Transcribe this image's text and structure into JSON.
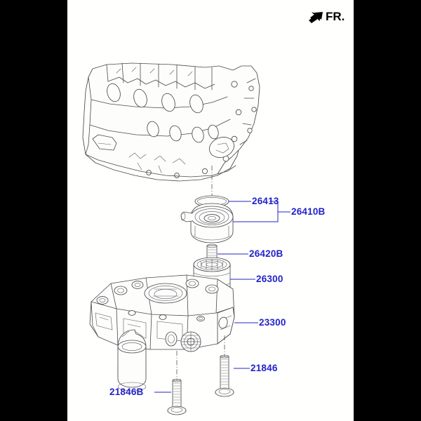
{
  "diagram": {
    "title": "Engine Oil Cooler and Balance Shaft Assembly Parts Diagram",
    "background_color": "#fffffd",
    "letterbox_color": "#000000",
    "label_color": "#2222cc",
    "line_color": "#4a4a52"
  },
  "orientation": {
    "label": "FR.",
    "icon": "front-direction-arrow",
    "description": "Arrow indicating vehicle front direction"
  },
  "components": [
    {
      "id": "engine-block",
      "part_number": null,
      "name": "Engine cylinder block",
      "labeled": false
    },
    {
      "id": "oil-cooler-gasket",
      "part_number": "26413",
      "name": "Oil cooler gasket / O-ring",
      "labeled": true
    },
    {
      "id": "oil-cooler-assembly",
      "part_number": "26410B",
      "name": "Oil cooler assembly",
      "labeled": true
    },
    {
      "id": "oil-cooler-bolt",
      "part_number": "26420B",
      "name": "Oil cooler nipple bolt",
      "labeled": true
    },
    {
      "id": "oil-filter",
      "part_number": "26300",
      "name": "Engine oil filter",
      "labeled": true
    },
    {
      "id": "balance-shaft-assembly",
      "part_number": "23300",
      "name": "Balance shaft assembly",
      "labeled": true
    },
    {
      "id": "mounting-bolt-right",
      "part_number": "21846",
      "name": "Flange bolt",
      "labeled": true
    },
    {
      "id": "mounting-bolt-left",
      "part_number": "21846B",
      "name": "Flange bolt",
      "labeled": true
    }
  ],
  "labels": {
    "p26413": "26413",
    "p26410b": "26410B",
    "p26420b": "26420B",
    "p26300": "26300",
    "p23300": "23300",
    "p21846": "21846",
    "p21846b": "21846B"
  }
}
